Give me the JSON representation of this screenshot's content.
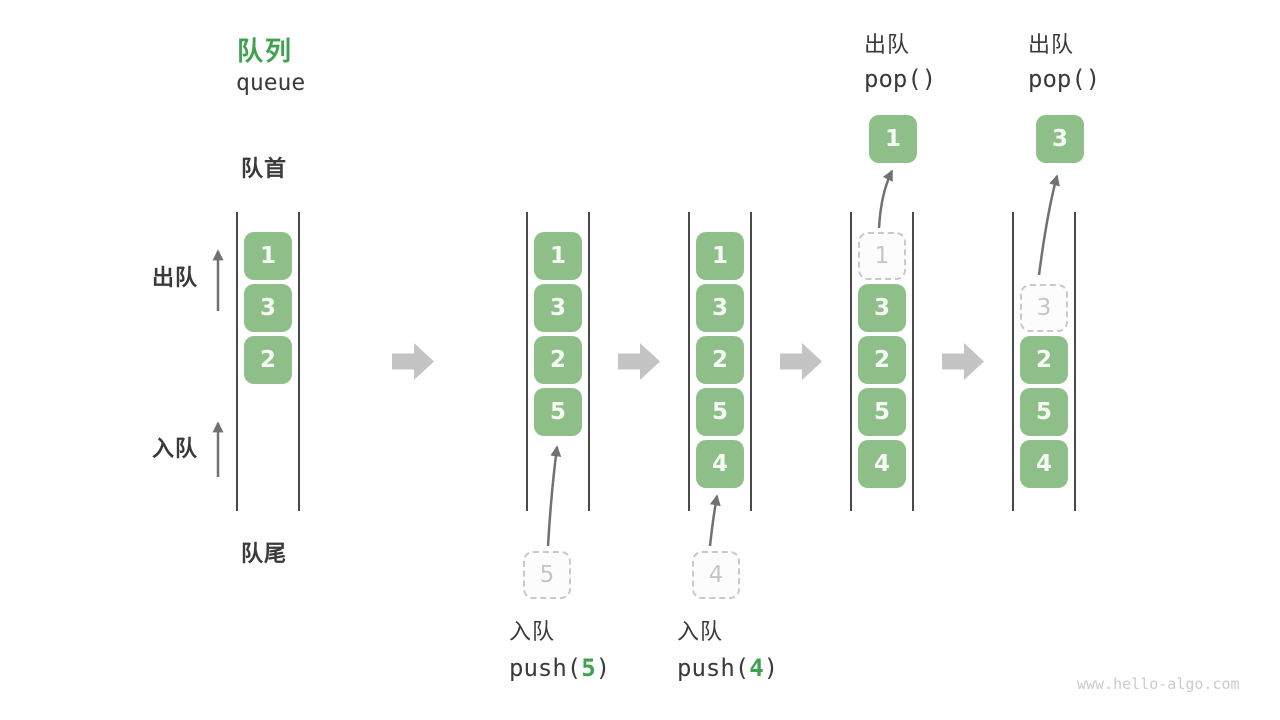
{
  "header": {
    "title_zh": "队列",
    "title_en": "queue"
  },
  "labels": {
    "front": "队首",
    "rear": "队尾",
    "dequeue_side": "出队",
    "enqueue_side": "入队"
  },
  "columns": [
    {
      "cells": [
        {
          "value": "1"
        },
        {
          "value": "3"
        },
        {
          "value": "2"
        }
      ]
    },
    {
      "cells": [
        {
          "value": "1"
        },
        {
          "value": "3"
        },
        {
          "value": "2"
        },
        {
          "value": "5"
        }
      ],
      "incoming": {
        "value": "5"
      }
    },
    {
      "cells": [
        {
          "value": "1"
        },
        {
          "value": "3"
        },
        {
          "value": "2"
        },
        {
          "value": "5"
        },
        {
          "value": "4"
        }
      ],
      "incoming": {
        "value": "4"
      }
    },
    {
      "cells": [
        {
          "value": "1",
          "ghost": true
        },
        {
          "value": "3"
        },
        {
          "value": "2"
        },
        {
          "value": "5"
        },
        {
          "value": "4"
        }
      ],
      "outgoing": {
        "value": "1"
      }
    },
    {
      "cells": [
        {
          "value": "3",
          "ghost": true
        },
        {
          "value": "2"
        },
        {
          "value": "5"
        },
        {
          "value": "4"
        }
      ],
      "outgoing": {
        "value": "3"
      }
    }
  ],
  "operations": {
    "push5": {
      "label": "入队",
      "code_open": "push(",
      "arg": "5",
      "code_close": ")"
    },
    "push4": {
      "label": "入队",
      "code_open": "push(",
      "arg": "4",
      "code_close": ")"
    },
    "pop1": {
      "label": "出队",
      "code": "pop()"
    },
    "pop2": {
      "label": "出队",
      "code": "pop()"
    }
  },
  "watermark": "www.hello-algo.com",
  "colors": {
    "box_green": "#8EBF89",
    "accent_green": "#3EA24E",
    "text_dark": "#3A3A3A",
    "rail_gray": "#4A4A4A",
    "thin_arrow_gray": "#717171",
    "block_arrow_gray": "#C4C4C4",
    "ghost_gray": "#C9C9C9",
    "watermark_gray": "#CBCBCB"
  }
}
